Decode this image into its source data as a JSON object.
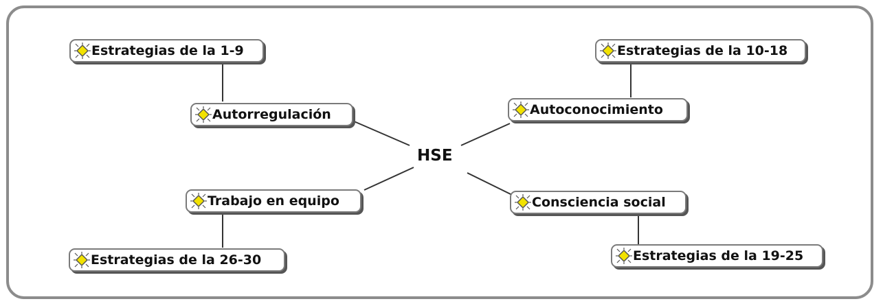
{
  "center": {
    "label": "HSE"
  },
  "nodes": {
    "autorregulacion": "Autorregulación",
    "autoconocimiento": "Autoconocimiento",
    "trabajo": "Trabajo en equipo",
    "consciencia": "Consciencia social",
    "est_1_9": "Estrategias de la 1-9",
    "est_10_18": "Estrategias de la 10-18",
    "est_26_30": "Estrategias de la 26-30",
    "est_19_25": "Estrategias de la 19-25"
  },
  "colors": {
    "icon_fill": "#f2e200",
    "icon_stroke": "#555555",
    "border": "#7a7a7a",
    "shadow": "#555555"
  },
  "icon": "idea-star-icon"
}
